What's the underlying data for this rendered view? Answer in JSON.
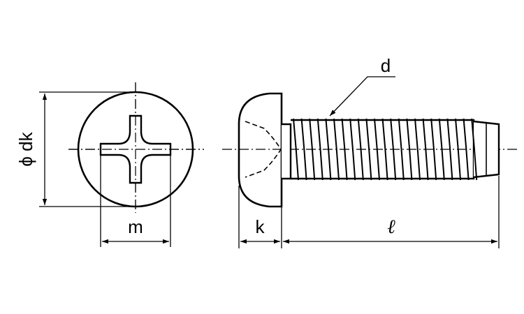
{
  "labels": {
    "head_diameter": "ϕ dk",
    "recess_width": "m",
    "head_height": "k",
    "length": "ℓ",
    "thread_diameter": "d"
  },
  "colors": {
    "line": "#000000",
    "background": "#ffffff"
  }
}
